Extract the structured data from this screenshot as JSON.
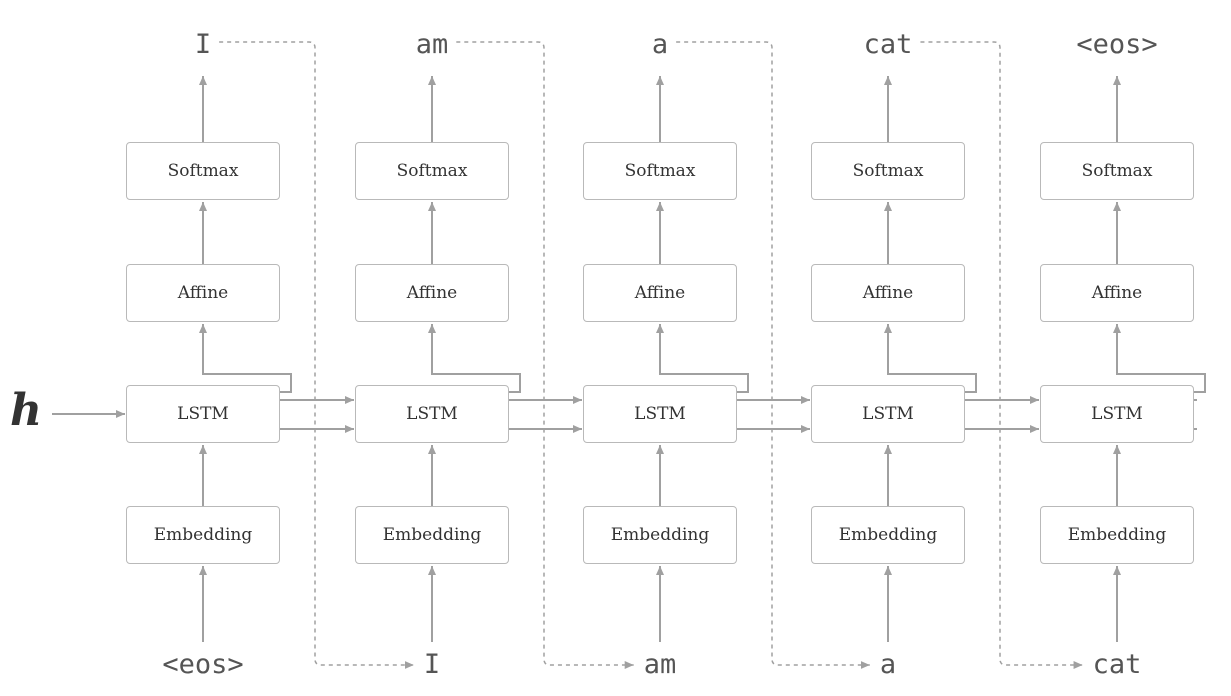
{
  "hidden_input": "h",
  "layer_labels": {
    "softmax": "Softmax",
    "affine": "Affine",
    "lstm": "LSTM",
    "embedding": "Embedding"
  },
  "steps": [
    {
      "input": "<eos>",
      "output": "I"
    },
    {
      "input": "I",
      "output": "am"
    },
    {
      "input": "am",
      "output": "a"
    },
    {
      "input": "a",
      "output": "cat"
    },
    {
      "input": "cat",
      "output": "<eos>"
    }
  ]
}
